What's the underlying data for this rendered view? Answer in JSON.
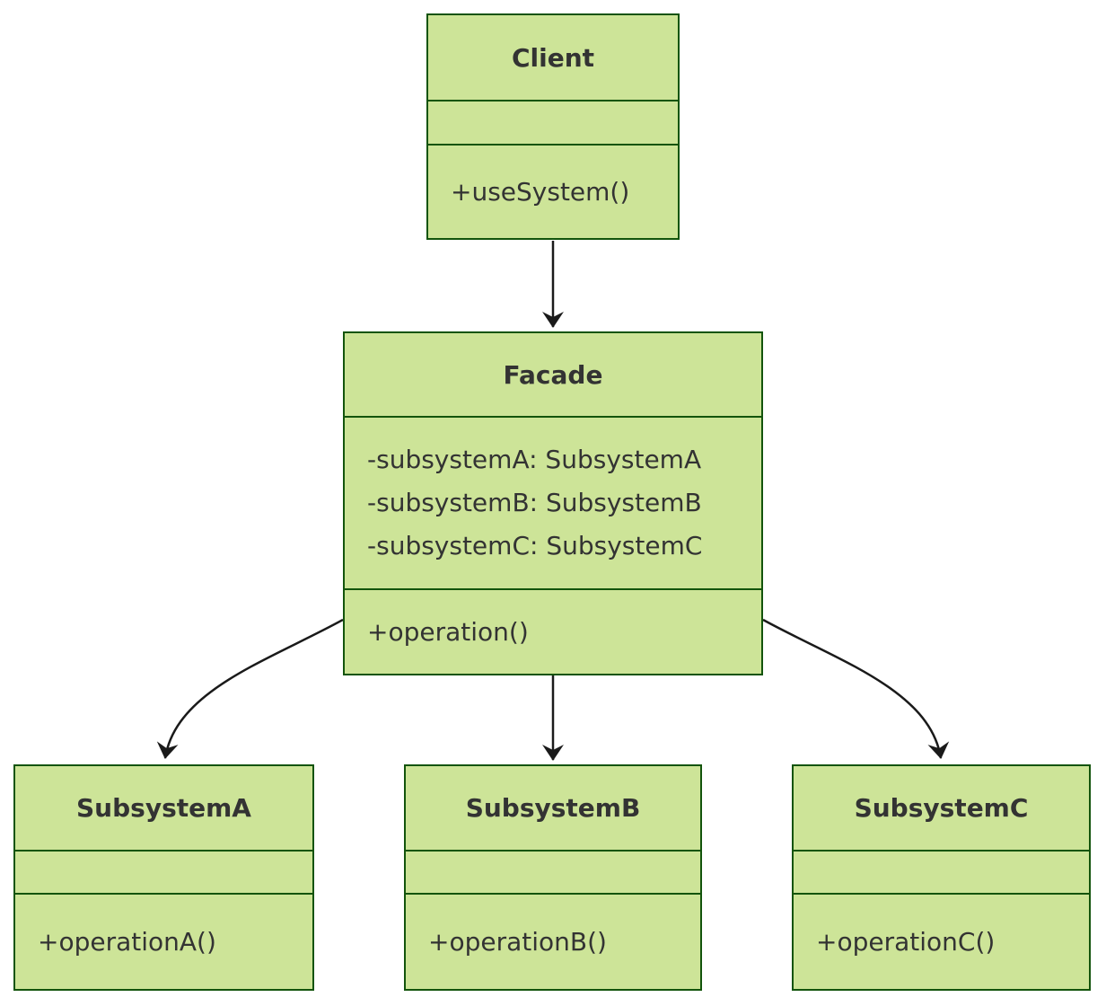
{
  "diagram": {
    "kind": "uml-class-diagram",
    "pattern": "Facade"
  },
  "colors": {
    "node_fill": "#cde498",
    "node_border": "#13540c",
    "text": "#333333",
    "arrow": "#1a1a1a",
    "background": "#ffffff"
  },
  "classes": [
    {
      "name": "Client",
      "attributes": [],
      "methods": [
        "+useSystem()"
      ]
    },
    {
      "name": "Facade",
      "attributes": [
        "-subsystemA: SubsystemA",
        "-subsystemB: SubsystemB",
        "-subsystemC: SubsystemC"
      ],
      "methods": [
        "+operation()"
      ]
    },
    {
      "name": "SubsystemA",
      "attributes": [],
      "methods": [
        "+operationA()"
      ]
    },
    {
      "name": "SubsystemB",
      "attributes": [],
      "methods": [
        "+operationB()"
      ]
    },
    {
      "name": "SubsystemC",
      "attributes": [],
      "methods": [
        "+operationC()"
      ]
    }
  ],
  "relations": [
    {
      "from": "Client",
      "to": "Facade",
      "type": "dependency-arrow"
    },
    {
      "from": "Facade",
      "to": "SubsystemA",
      "type": "dependency-arrow"
    },
    {
      "from": "Facade",
      "to": "SubsystemB",
      "type": "dependency-arrow"
    },
    {
      "from": "Facade",
      "to": "SubsystemC",
      "type": "dependency-arrow"
    }
  ]
}
